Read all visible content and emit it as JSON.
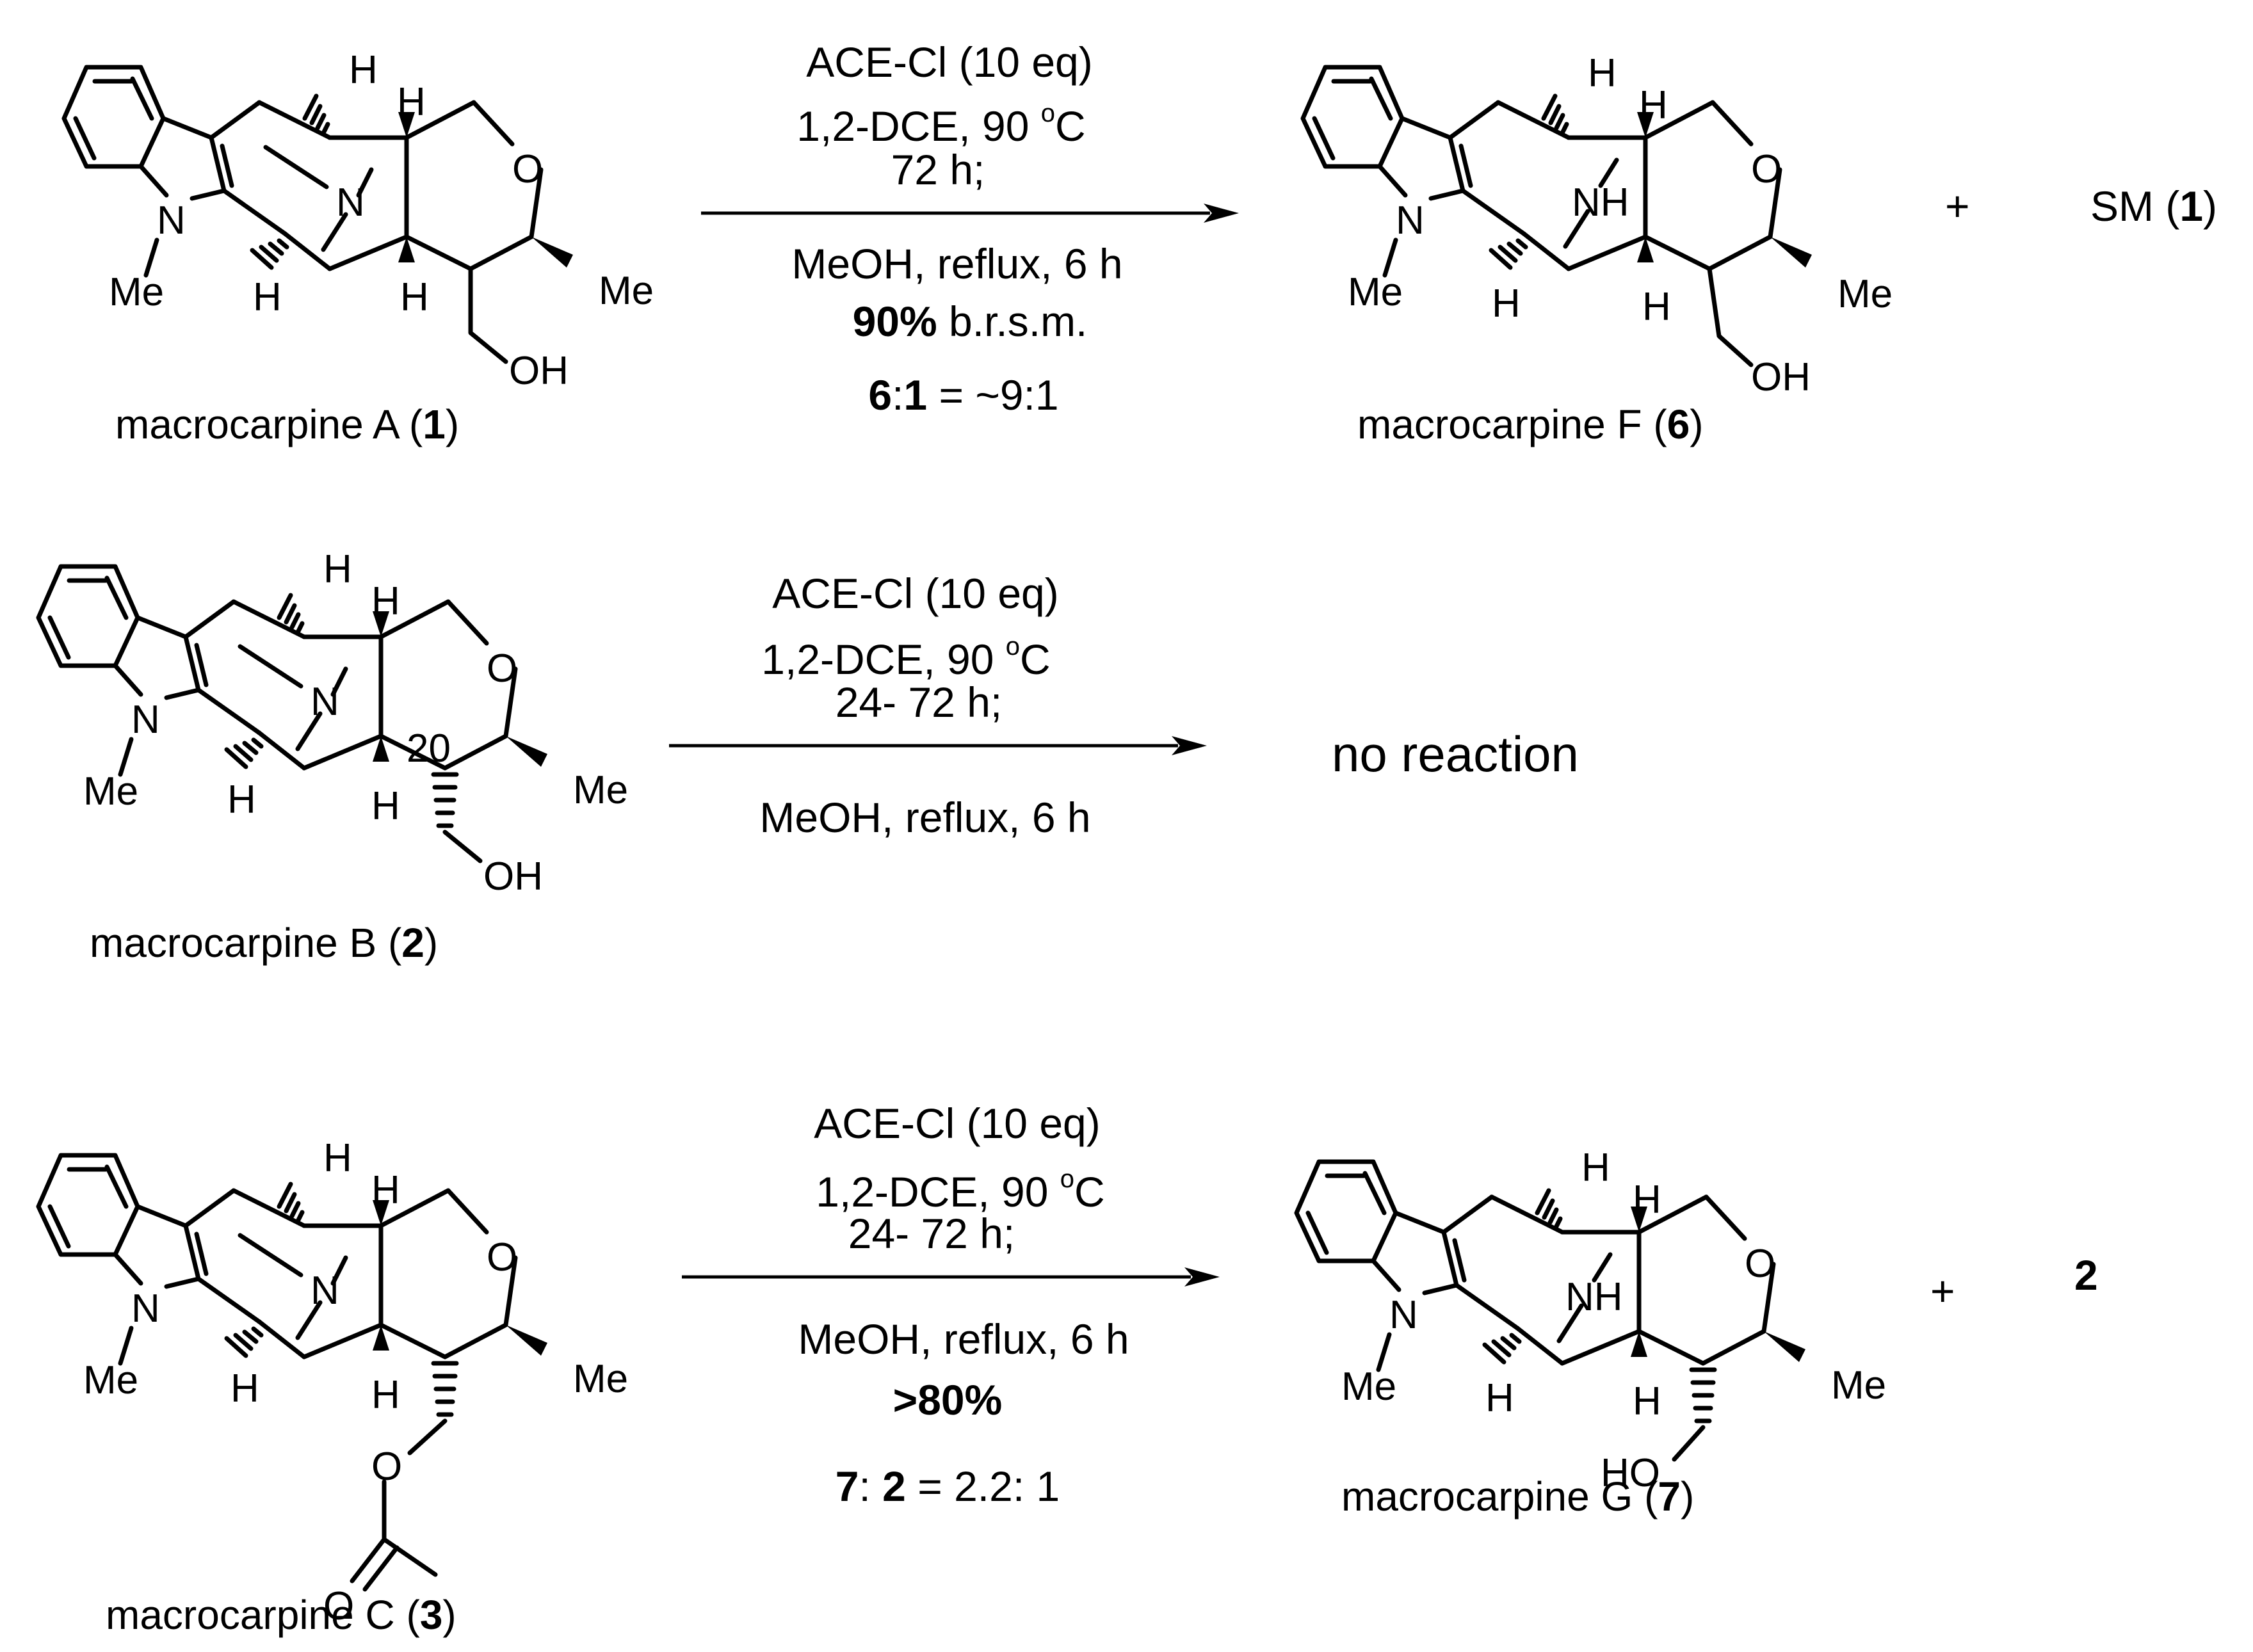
{
  "diagram": {
    "rows": [
      {
        "reactant": {
          "name": "macrocarpine A (",
          "number": "1",
          "close": ")",
          "atoms": {
            "n_bridge": "N",
            "n_indole": "N",
            "me_n": "Me",
            "me_c": "Me",
            "oh": "OH",
            "o_ring": "O",
            "h_labels": [
              "H",
              "H",
              "H",
              "H"
            ]
          }
        },
        "conditions": {
          "reagent": "ACE-Cl (10 eq)",
          "solvent_prefix": "1,2-DCE, 90 ",
          "degree": "o",
          "unit": "C",
          "time": "72 h;",
          "step2": "MeOH, reflux, 6 h",
          "yield_bold": "90%",
          "yield_rest": " b.r.s.m.",
          "ratio_a": "6",
          "ratio_sep": ":",
          "ratio_b": "1",
          "ratio_value": " = ~9:1"
        },
        "product": {
          "name": "macrocarpine F (",
          "number": "6",
          "close": ")",
          "atoms": {
            "nh": "NH",
            "n_indole": "N",
            "me_n": "Me",
            "me_c": "Me",
            "oh": "OH",
            "o_ring": "O",
            "h_labels": [
              "H",
              "H",
              "H",
              "H"
            ]
          }
        },
        "plus": "+",
        "byproduct_prefix": "SM (",
        "byproduct_number": "1",
        "byproduct_close": ")"
      },
      {
        "reactant": {
          "name": "macrocarpine B (",
          "number": "2",
          "close": ")",
          "atoms": {
            "n_bridge": "N",
            "n_indole": "N",
            "me_n": "Me",
            "me_c": "Me",
            "oh": "OH",
            "o_ring": "O",
            "c20": "20",
            "h_labels": [
              "H",
              "H",
              "H",
              "H"
            ]
          }
        },
        "conditions": {
          "reagent": "ACE-Cl (10 eq)",
          "solvent_prefix": "1,2-DCE, 90 ",
          "degree": "o",
          "unit": "C",
          "time": "24- 72 h;",
          "step2": "MeOH, reflux, 6 h"
        },
        "outcome": "no reaction"
      },
      {
        "reactant": {
          "name": "macrocarpine C (",
          "number": "3",
          "close": ")",
          "atoms": {
            "n_bridge": "N",
            "n_indole": "N",
            "me_n": "Me",
            "me_c": "Me",
            "o_ester": "O",
            "o_carbonyl": "O",
            "o_ring": "O",
            "h_labels": [
              "H",
              "H",
              "H",
              "H"
            ]
          }
        },
        "conditions": {
          "reagent": "ACE-Cl (10 eq)",
          "solvent_prefix": "1,2-DCE, 90 ",
          "degree": "o",
          "unit": "C",
          "time": "24- 72 h;",
          "step2": "MeOH, reflux, 6 h",
          "yield_bold": ">80%",
          "ratio_a": "7",
          "ratio_sep": ": ",
          "ratio_b": "2",
          "ratio_value": " = 2.2: 1"
        },
        "product": {
          "name": "macrocarpine G (",
          "number": "7",
          "close": ")",
          "atoms": {
            "nh": "NH",
            "n_indole": "N",
            "me_n": "Me",
            "me_c": "Me",
            "ho": "HO",
            "o_ring": "O",
            "h_labels": [
              "H",
              "H",
              "H",
              "H"
            ]
          }
        },
        "plus": "+",
        "byproduct_number": "2"
      }
    ]
  }
}
